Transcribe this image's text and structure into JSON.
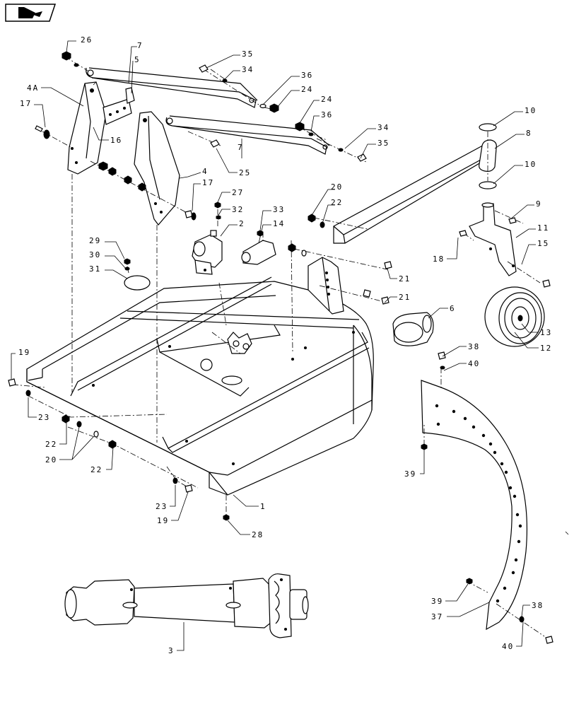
{
  "diagram": {
    "callouts": [
      {
        "id": "c26",
        "text": "26"
      },
      {
        "id": "c7a",
        "text": "7"
      },
      {
        "id": "c5",
        "text": "5"
      },
      {
        "id": "c35a",
        "text": "35"
      },
      {
        "id": "c34a",
        "text": "34"
      },
      {
        "id": "c36a",
        "text": "36"
      },
      {
        "id": "c24a",
        "text": "24"
      },
      {
        "id": "c24b",
        "text": "24"
      },
      {
        "id": "c36b",
        "text": "36"
      },
      {
        "id": "c4A",
        "text": "4A"
      },
      {
        "id": "c17a",
        "text": "17"
      },
      {
        "id": "c16",
        "text": "16"
      },
      {
        "id": "c7b",
        "text": "7"
      },
      {
        "id": "c25",
        "text": "25"
      },
      {
        "id": "c4",
        "text": "4"
      },
      {
        "id": "c17b",
        "text": "17"
      },
      {
        "id": "c34b",
        "text": "34"
      },
      {
        "id": "c35b",
        "text": "35"
      },
      {
        "id": "c10a",
        "text": "10"
      },
      {
        "id": "c8",
        "text": "8"
      },
      {
        "id": "c10b",
        "text": "10"
      },
      {
        "id": "c27",
        "text": "27"
      },
      {
        "id": "c32",
        "text": "32"
      },
      {
        "id": "c2",
        "text": "2"
      },
      {
        "id": "c33",
        "text": "33"
      },
      {
        "id": "c14",
        "text": "14"
      },
      {
        "id": "c20a",
        "text": "20"
      },
      {
        "id": "c22a",
        "text": "22"
      },
      {
        "id": "c9",
        "text": "9"
      },
      {
        "id": "c11",
        "text": "11"
      },
      {
        "id": "c15",
        "text": "15"
      },
      {
        "id": "c18",
        "text": "18"
      },
      {
        "id": "c29",
        "text": "29"
      },
      {
        "id": "c30",
        "text": "30"
      },
      {
        "id": "c31",
        "text": "31"
      },
      {
        "id": "c21a",
        "text": "21"
      },
      {
        "id": "c21b",
        "text": "21"
      },
      {
        "id": "c6",
        "text": "6"
      },
      {
        "id": "c13",
        "text": "13"
      },
      {
        "id": "c12",
        "text": "12"
      },
      {
        "id": "c19a",
        "text": "19"
      },
      {
        "id": "c23a",
        "text": "23"
      },
      {
        "id": "c38a",
        "text": "38"
      },
      {
        "id": "c40a",
        "text": "40"
      },
      {
        "id": "c22b",
        "text": "22"
      },
      {
        "id": "c20b",
        "text": "20"
      },
      {
        "id": "c22c",
        "text": "22"
      },
      {
        "id": "c39a",
        "text": "39"
      },
      {
        "id": "c23b",
        "text": "23"
      },
      {
        "id": "c19b",
        "text": "19"
      },
      {
        "id": "c1",
        "text": "1"
      },
      {
        "id": "c28",
        "text": "28"
      },
      {
        "id": "c39b",
        "text": "39"
      },
      {
        "id": "c37",
        "text": "37"
      },
      {
        "id": "c38b",
        "text": "38"
      },
      {
        "id": "c40b",
        "text": "40"
      },
      {
        "id": "c3",
        "text": "3"
      }
    ]
  }
}
